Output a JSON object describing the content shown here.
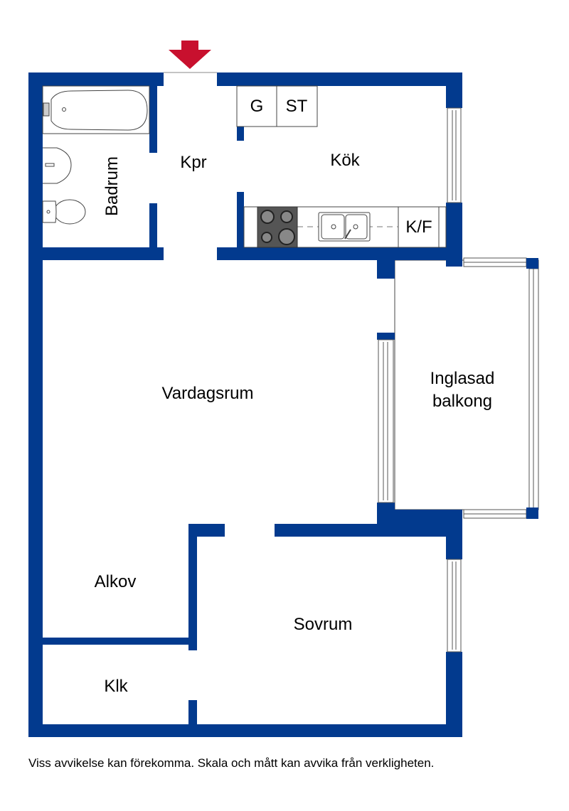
{
  "colors": {
    "wall": "#023a8e",
    "entrance_arrow": "#c8102e"
  },
  "rooms": {
    "hall": "Kpr",
    "kitchen": "Kök",
    "bathroom": "Badrum",
    "living_room": "Vardagsrum",
    "balcony_line1": "Inglasad",
    "balcony_line2": "balkong",
    "alcove": "Alkov",
    "bedroom": "Sovrum",
    "closet": "Klk"
  },
  "fixtures": {
    "freezer": "G",
    "pantry": "ST",
    "fridge_freezer": "K/F"
  },
  "footer": "Viss avvikelse kan förekomma. Skala och mått kan avvika från verkligheten."
}
